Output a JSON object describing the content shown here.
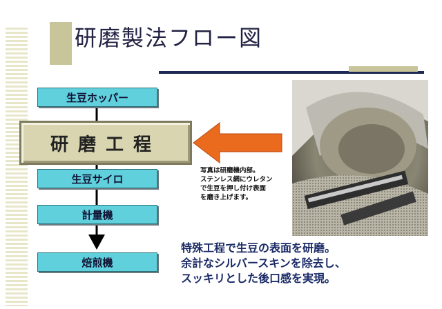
{
  "slide": {
    "title": "研磨製法フロー図",
    "flow": {
      "step1": "生豆ホッパー",
      "process": "研磨工程",
      "step2": "生豆サイロ",
      "step3": "計量機",
      "step4": "焙煎機"
    },
    "caption": [
      "写真は研磨機内部。",
      "ステンレス網にウレタン",
      "で生豆を押し付け表面",
      "を磨き上げます。"
    ],
    "summary": [
      "特殊工程で生豆の表面を研磨。",
      "余計なシルバースキンを除去し、",
      "スッキリとした後口感を実現。"
    ]
  },
  "colors": {
    "flow_box": "#5fd0dc",
    "process_box": "#d8d5b0",
    "arrow": "#ea6a1e",
    "title_text": "#222244",
    "summary_text": "#1a2a66",
    "rule_line": "#1e2a55"
  },
  "icons": [
    "down-arrow-icon",
    "left-arrow-icon"
  ]
}
